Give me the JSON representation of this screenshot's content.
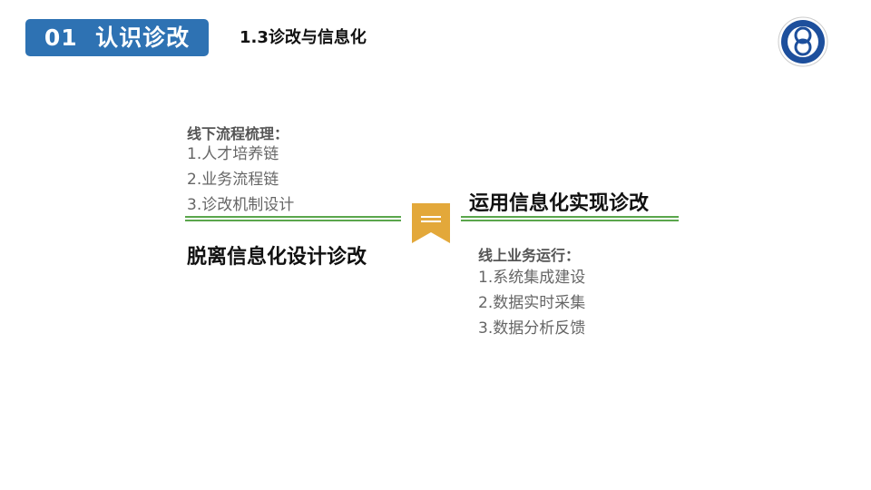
{
  "header": {
    "section_badge": "01  认识诊改",
    "subtitle": "1.3诊改与信息化",
    "logo_label": "school-seal"
  },
  "left": {
    "heading": "线下流程梳理：",
    "items": [
      "1.人才培养链",
      "2.业务流程链",
      "3.诊改机制设计"
    ],
    "title": "脱离信息化设计诊改"
  },
  "right": {
    "title": "运用信息化实现诊改",
    "heading": "线上业务运行：",
    "items": [
      "1.系统集成建设",
      "2.数据实时采集",
      "3.数据分析反馈"
    ]
  },
  "colors": {
    "badge": "#2e72b3",
    "accent_line": "#5aa64c",
    "ribbon": "#e3a83a"
  }
}
